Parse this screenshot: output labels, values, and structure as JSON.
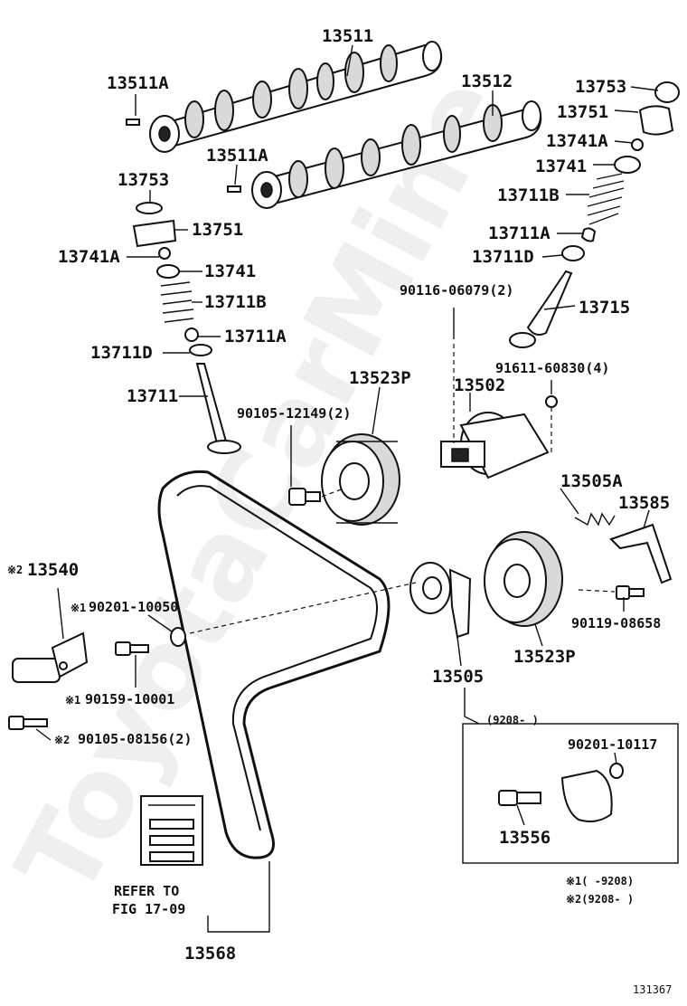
{
  "labels": {
    "p13511": "13511",
    "p13511A_top": "13511A",
    "p13512": "13512",
    "p13511A_mid": "13511A",
    "p13753_r": "13753",
    "p13751_r": "13751",
    "p13741A_r": "13741A",
    "p13741_r": "13741",
    "p13711B_r": "13711B",
    "p13711A_r": "13711A",
    "p13711D_r": "13711D",
    "p90116": "90116-06079(2)",
    "p13715": "13715",
    "p13753_l": "13753",
    "p13751_l": "13751",
    "p13741A_l": "13741A",
    "p13741_l": "13741",
    "p13711B_l": "13711B",
    "p13711A_l": "13711A",
    "p13711D_l": "13711D",
    "p13711": "13711",
    "p13523P_top": "13523P",
    "p13502": "13502",
    "p91611": "91611-60830(4)",
    "p90105_12149": "90105-12149(2)",
    "p13505A": "13505A",
    "p13585": "13585",
    "p13540": "13540",
    "p90201_10050": "90201-10050",
    "p90159": "90159-10001",
    "p90105_08156": "90105-08156(2)",
    "p90119": "90119-08658",
    "p13523P_bot": "13523P",
    "p13505": "13505",
    "p90201_10117": "90201-10117",
    "p13556": "13556",
    "p13568": "13568",
    "refer_line1": "REFER TO",
    "refer_line2": "FIG 17-09",
    "inset_range": "(9208-    )",
    "note1": "※1(    -9208)",
    "note2": "※2(9208-    )",
    "mark1_a": "※1",
    "mark1_b": "※1",
    "mark2_a": "※2",
    "mark2_b": "※2",
    "figure_number": "131367",
    "watermark": "ToyotaCarMine"
  }
}
